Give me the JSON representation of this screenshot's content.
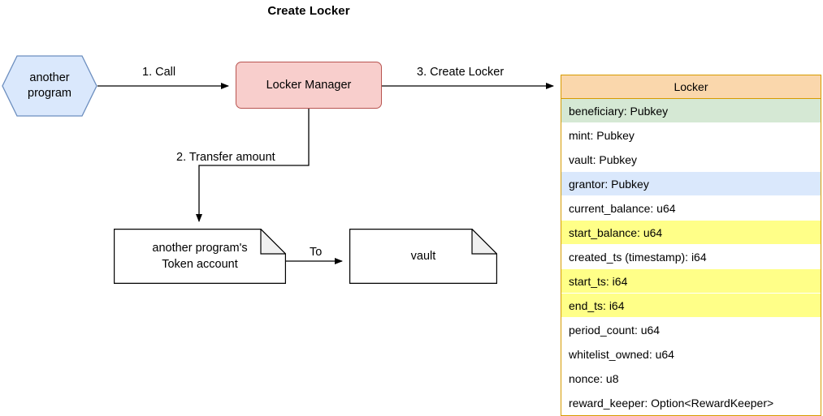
{
  "diagram": {
    "title": "Create Locker",
    "type": "flowchart"
  },
  "nodes": {
    "another_program": {
      "label": "another\nprogram",
      "shape": "hexagon",
      "fill": "#dae8fc",
      "stroke": "#6c8ebf"
    },
    "locker_manager": {
      "label": "Locker Manager",
      "shape": "rounded-rectangle",
      "fill": "#f8cecc",
      "stroke": "#b85450"
    },
    "token_account": {
      "label": "another program's\nToken account",
      "shape": "document",
      "fill": "#ffffff",
      "stroke": "#000000"
    },
    "vault": {
      "label": "vault",
      "shape": "document",
      "fill": "#ffffff",
      "stroke": "#000000"
    }
  },
  "edges": [
    {
      "id": "call",
      "label": "1. Call",
      "from": "another_program",
      "to": "locker_manager"
    },
    {
      "id": "transfer",
      "label": "2. Transfer amount",
      "from": "locker_manager",
      "to": "token_account"
    },
    {
      "id": "create_locker",
      "label": "3. Create Locker",
      "from": "locker_manager",
      "to": "locker_table"
    },
    {
      "id": "to",
      "label": "To",
      "from": "token_account",
      "to": "vault"
    }
  ],
  "locker_table": {
    "header": "Locker",
    "header_fill": "#fad7ac",
    "border_color": "#d79b00",
    "row_colors": {
      "green": "#d5e8d4",
      "blue": "#dae8fc",
      "yellow": "#ffff88",
      "white": "#ffffff"
    },
    "rows": [
      {
        "text": "beneficiary: Pubkey",
        "fill": "#d5e8d4"
      },
      {
        "text": "mint: Pubkey",
        "fill": "#ffffff"
      },
      {
        "text": "vault: Pubkey",
        "fill": "#ffffff"
      },
      {
        "text": "grantor: Pubkey",
        "fill": "#dae8fc"
      },
      {
        "text": "current_balance: u64",
        "fill": "#ffffff"
      },
      {
        "text": "start_balance: u64",
        "fill": "#ffff88"
      },
      {
        "text": "created_ts (timestamp): i64",
        "fill": "#ffffff"
      },
      {
        "text": "start_ts: i64",
        "fill": "#ffff88"
      },
      {
        "text": "end_ts: i64",
        "fill": "#ffff88"
      },
      {
        "text": "period_count: u64",
        "fill": "#ffffff"
      },
      {
        "text": "whitelist_owned: u64",
        "fill": "#ffffff"
      },
      {
        "text": "nonce: u8",
        "fill": "#ffffff"
      },
      {
        "text": "reward_keeper: Option<RewardKeeper>",
        "fill": "#ffffff"
      }
    ]
  }
}
